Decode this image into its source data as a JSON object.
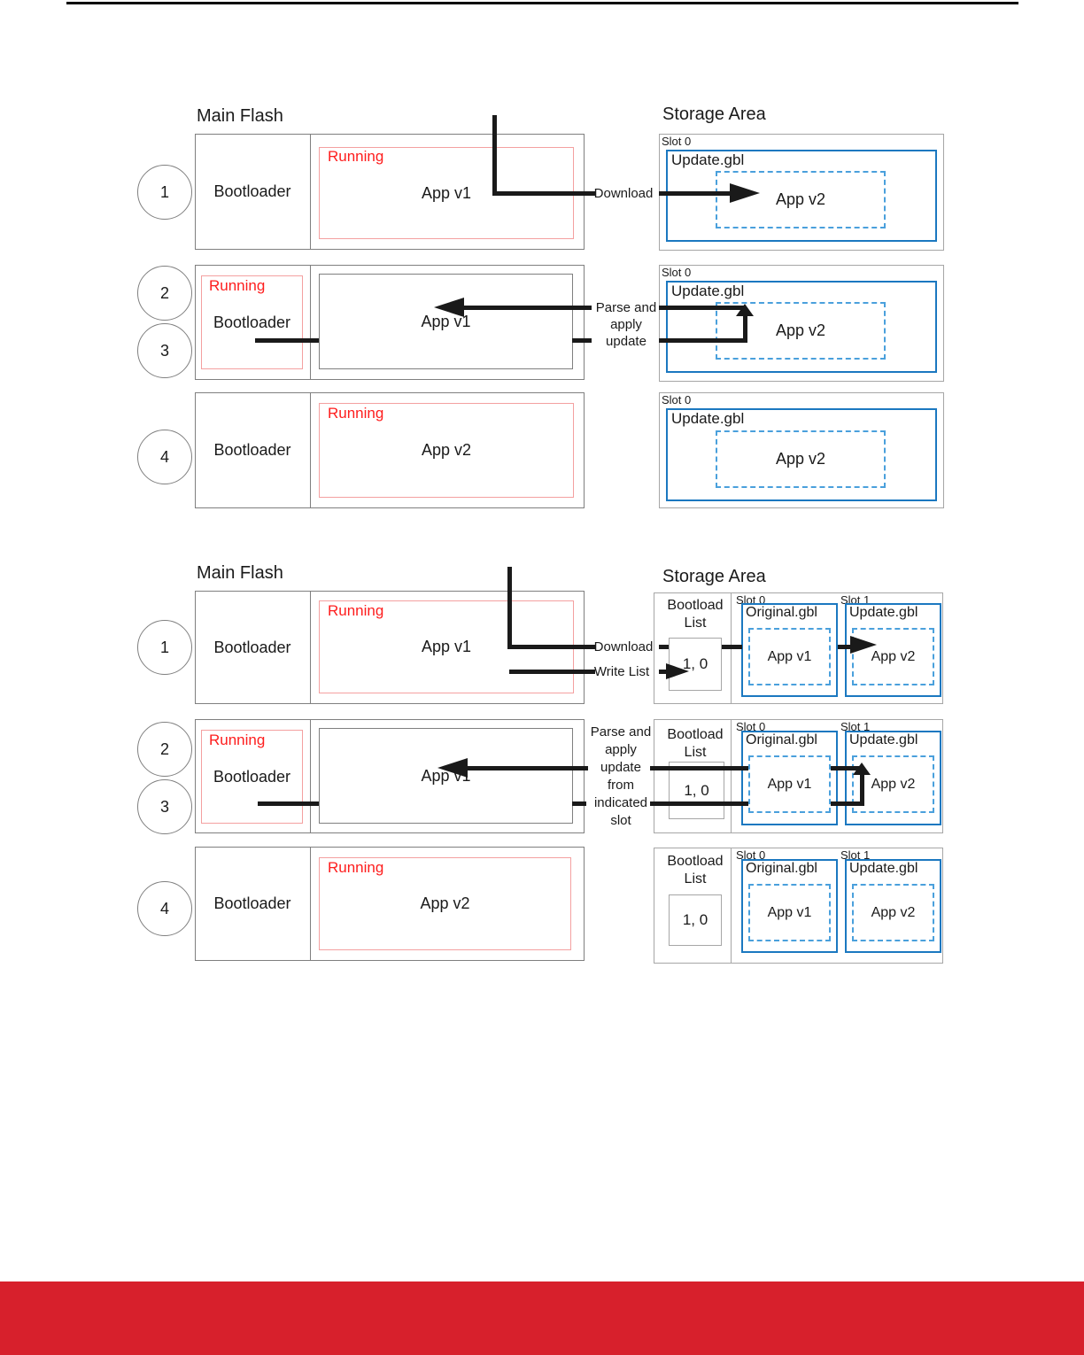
{
  "shared": {
    "main_flash": "Main Flash",
    "storage_area": "Storage Area",
    "bootloader": "Bootloader",
    "running": "Running",
    "app_v1": "App v1",
    "app_v2": "App v2",
    "slot_0": "Slot 0",
    "slot_1": "Slot 1",
    "update_gbl": "Update.gbl",
    "original_gbl": "Original.gbl",
    "bootload": "Bootload",
    "list": "List",
    "bootload_list_value": "1, 0",
    "download": "Download",
    "write_list": "Write List",
    "steps": [
      "1",
      "2",
      "3",
      "4"
    ]
  },
  "diagram1": {
    "parse_label_lines": [
      "Parse and",
      "apply",
      "update"
    ]
  },
  "diagram2": {
    "parse_label_lines": [
      "Parse and",
      "apply",
      "update",
      "from",
      "indicated",
      "slot"
    ]
  },
  "colors": {
    "solid_blue": "#1b78c0",
    "dashed_blue": "#4aa0dc",
    "running_red": "#fe1d1d",
    "light_red_border": "#f4a0a0",
    "arrow_black": "#1a1a1a",
    "footer_red": "#d7202c"
  }
}
